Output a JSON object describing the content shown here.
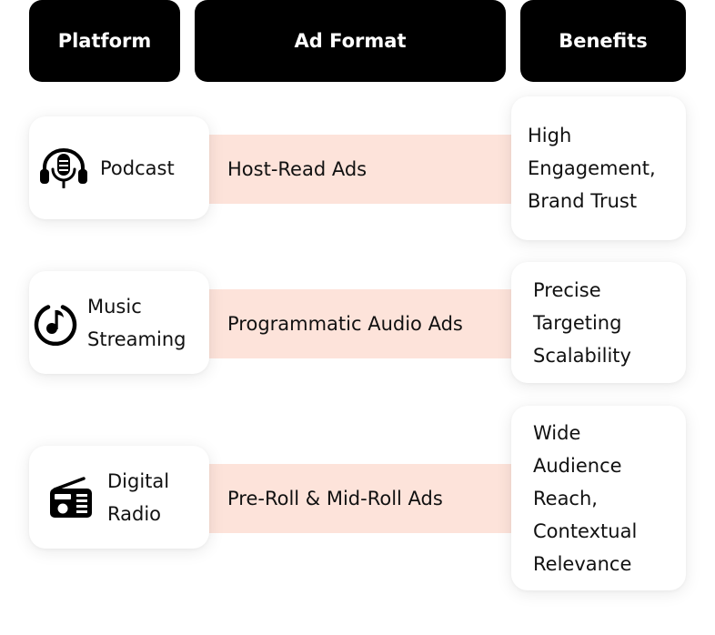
{
  "headers": {
    "platform": "Platform",
    "ad_format": "Ad Format",
    "benefits": "Benefits"
  },
  "rows": [
    {
      "platform_lines": [
        "Podcast"
      ],
      "platform_icon": "podcast-headphones-mic-icon",
      "ad_format": "Host-Read Ads",
      "benefit_lines": [
        "High",
        "Engagement,",
        "Brand Trust"
      ]
    },
    {
      "platform_lines": [
        "Music",
        "Streaming"
      ],
      "platform_icon": "music-note-icon",
      "ad_format": "Programmatic Audio Ads",
      "benefit_lines": [
        "Precise",
        "Targeting",
        "Scalability"
      ]
    },
    {
      "platform_lines": [
        "Digital",
        "Radio"
      ],
      "platform_icon": "radio-icon",
      "ad_format": "Pre-Roll & Mid-Roll Ads",
      "benefit_lines": [
        "Wide",
        "Audience",
        "Reach,",
        "Contextual",
        "Relevance"
      ]
    }
  ],
  "colors": {
    "header_bg": "#000000",
    "header_text": "#ffffff",
    "band_bg": "#fde3da",
    "card_bg": "#ffffff",
    "text": "#111111"
  }
}
